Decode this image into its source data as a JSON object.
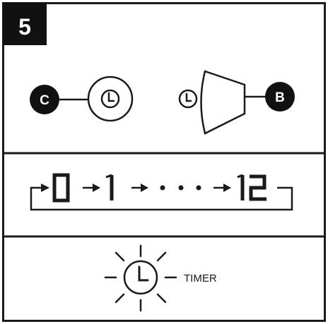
{
  "step": {
    "number": "5"
  },
  "top_panel": {
    "left_badge": "C",
    "right_badge": "B",
    "icons": [
      "clock-icon",
      "clock-icon",
      "speaker-horn-icon"
    ]
  },
  "middle_panel": {
    "sequence": {
      "start": "0",
      "second": "1",
      "ellipsis": "• • •",
      "end": "12"
    }
  },
  "bottom_panel": {
    "timer_label": "TIMER",
    "icons": [
      "flashing-clock-icon"
    ]
  },
  "colors": {
    "ink": "#1a1a1a",
    "badge": "#111111",
    "background": "#ffffff"
  }
}
